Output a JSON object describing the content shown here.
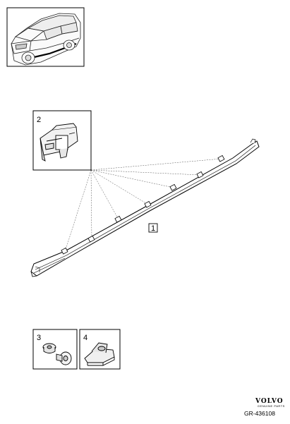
{
  "callouts": {
    "strip": "1",
    "clip": "2",
    "rivet": "3",
    "nut": "4"
  },
  "brand": {
    "name": "VOLVO",
    "tagline": "GENUINE PARTS"
  },
  "reference": "GR-436108"
}
